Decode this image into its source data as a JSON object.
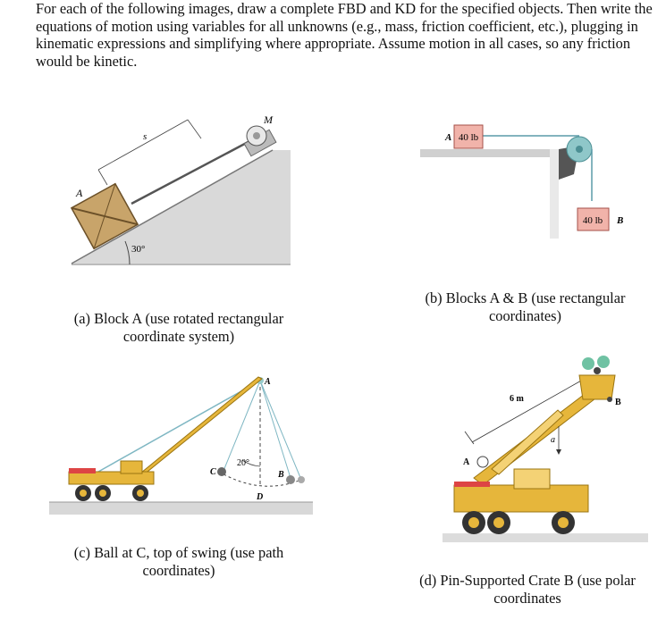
{
  "intro": "For each of the following images, draw a complete FBD and KD for the specified objects. Then write the equations of motion using variables for all unknowns (e.g., mass, friction coefficient, etc.), plugging in kinematic expressions and simplifying where appropriate. Assume motion in all cases, so any friction would be kinetic.",
  "fig_a": {
    "label_M": "M",
    "label_s": "s",
    "label_A": "A",
    "angle": "30°"
  },
  "fig_b": {
    "block_a": "40 lb",
    "label_A": "A",
    "block_b": "40 lb",
    "label_B": "B"
  },
  "fig_c": {
    "label_A": "A",
    "label_C": "C",
    "label_B": "B",
    "label_D": "D",
    "angle": "20°"
  },
  "fig_d": {
    "label_6m": "6 m",
    "label_B": "B",
    "label_A": "A",
    "label_a": "a"
  },
  "captions": {
    "a_line1": "(a) Block A (use rotated rectangular",
    "a_line2": "coordinate system)",
    "b_line1": "(b) Blocks A & B (use rectangular",
    "b_line2": "coordinates)",
    "c_line1": "(c) Ball at C, top of swing (use path",
    "c_line2": "coordinates)",
    "d_line1": "(d) Pin-Supported Crate B (use polar",
    "d_line2": "coordinates"
  }
}
